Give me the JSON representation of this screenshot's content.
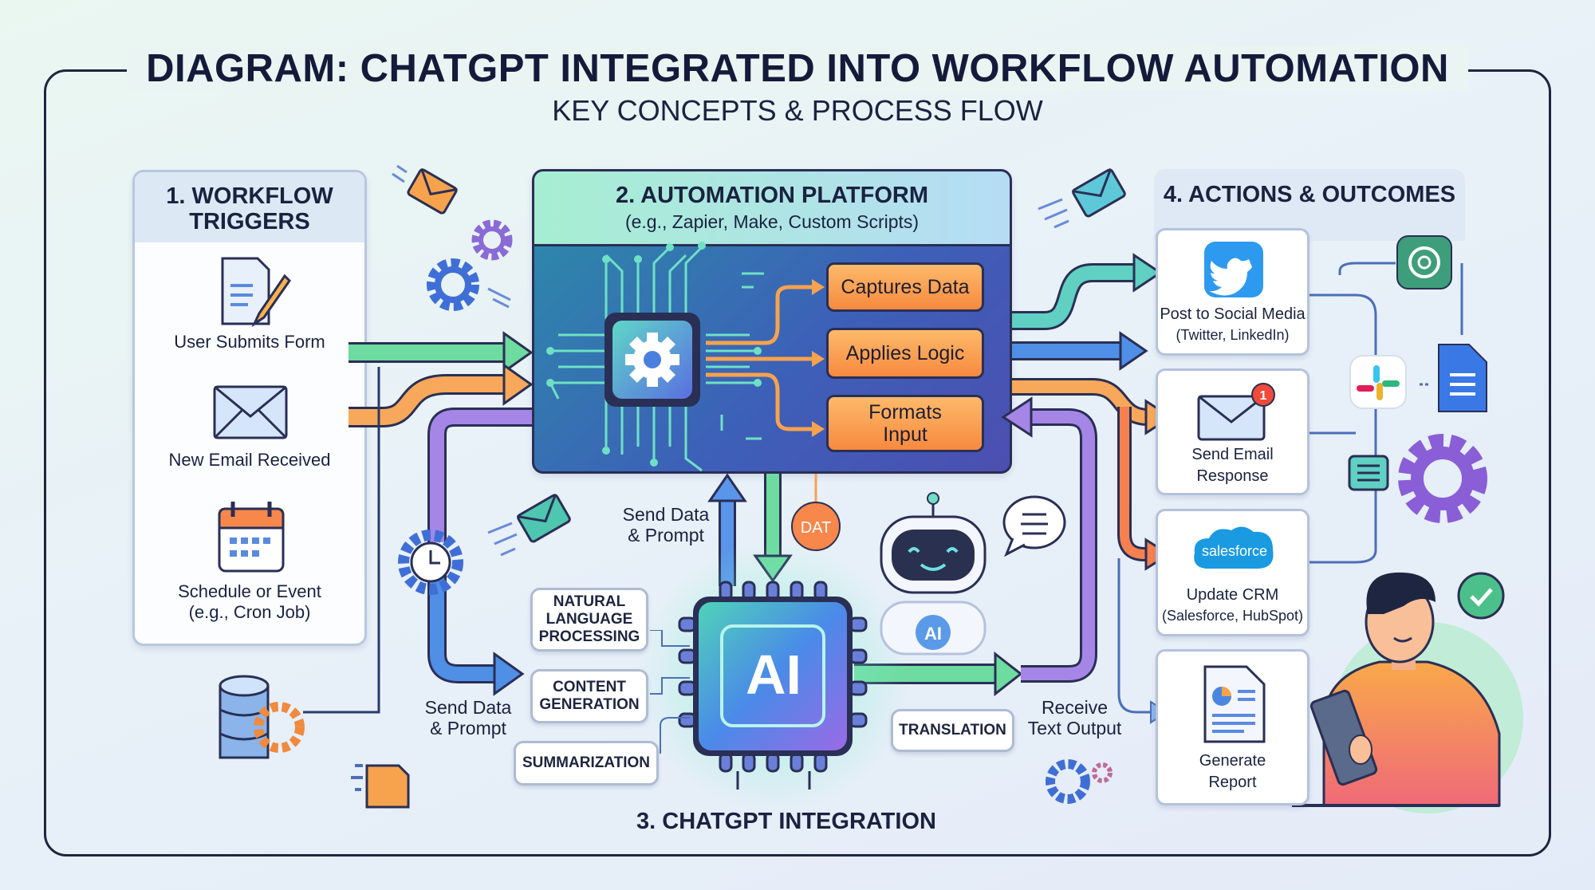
{
  "title": "DIAGRAM: CHATGPT INTEGRATED INTO WORKFLOW AUTOMATION",
  "subtitle": "KEY CONCEPTS & PROCESS FLOW",
  "triggers": {
    "heading_1": "1. WORKFLOW",
    "heading_2": "TRIGGERS",
    "items": [
      {
        "label": "User Submits Form",
        "icon": "form-pencil-icon"
      },
      {
        "label": "New Email Received",
        "icon": "envelope-icon"
      },
      {
        "label_1": "Schedule or Event",
        "label_2": "(e.g., Cron Job)",
        "icon": "calendar-icon"
      }
    ]
  },
  "platform": {
    "heading": "2. AUTOMATION PLATFORM",
    "subheading": "(e.g., Zapier, Make, Custom Scripts)",
    "steps": [
      {
        "label": "Captures Data"
      },
      {
        "label": "Applies Logic"
      },
      {
        "label_1": "Formats",
        "label_2": "Input"
      }
    ]
  },
  "chatgpt": {
    "heading": "3. CHATGPT INTEGRATION",
    "chip_label": "AI",
    "robot_badge": "AI",
    "data_bubble": "DAT",
    "capabilities": {
      "nlp_1": "NATURAL",
      "nlp_2": "LANGUAGE",
      "nlp_3": "PROCESSING",
      "content_1": "CONTENT",
      "content_2": "GENERATION",
      "summarization": "SUMMARIZATION",
      "translation": "TRANSLATION"
    }
  },
  "flows": {
    "send_top_1": "Send Data",
    "send_top_2": "& Prompt",
    "send_left_1": "Send Data",
    "send_left_2": "& Prompt",
    "receive_1": "Receive",
    "receive_2": "Text Output"
  },
  "actions": {
    "heading": "4. ACTIONS & OUTCOMES",
    "items": [
      {
        "label": "Post to Social Media",
        "sub": "(Twitter, LinkedIn)",
        "icon": "twitter-icon"
      },
      {
        "label_1": "Send Email",
        "label_2": "Response",
        "icon": "email-notification-icon",
        "badge": "1"
      },
      {
        "label": "Update CRM",
        "sub": "(Salesforce, HubSpot)",
        "icon": "salesforce-icon",
        "logo_text": "salesforce"
      },
      {
        "label_1": "Generate",
        "label_2": "Report",
        "icon": "report-icon"
      }
    ]
  },
  "colors": {
    "green": "#5fd39a",
    "orange": "#f7a24d",
    "purple": "#9b7be0",
    "blue": "#4a86e0",
    "teal": "#4fc6c0",
    "navy": "#1e2540"
  }
}
